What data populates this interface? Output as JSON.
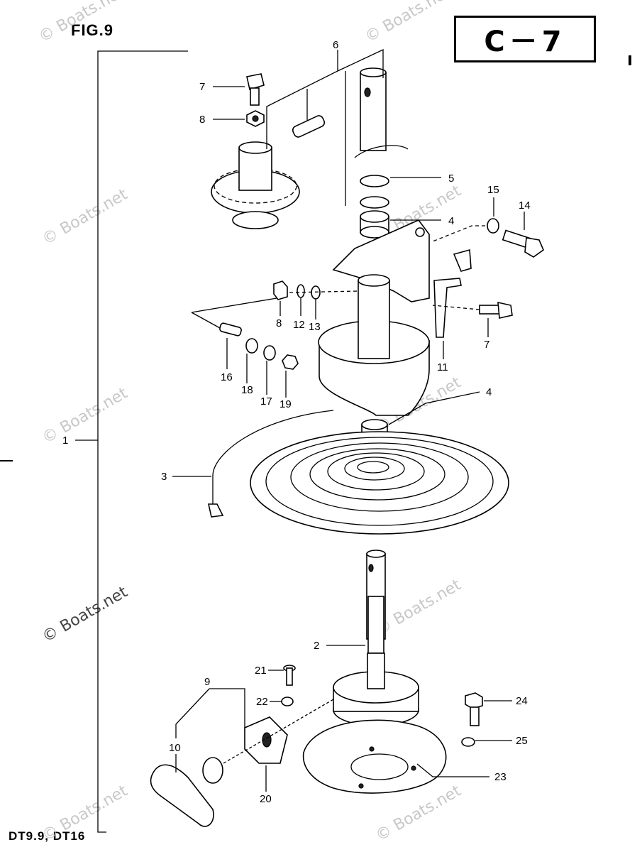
{
  "header": {
    "figure_label": "FIG.9",
    "section_code": "C－7",
    "models": "DT9.9, DT16"
  },
  "watermark": "© Boats.net",
  "callouts": {
    "c1": "1",
    "c2": "2",
    "c3": "3",
    "c4a": "4",
    "c4b": "4",
    "c5": "5",
    "c6": "6",
    "c7a": "7",
    "c7b": "7",
    "c8a": "8",
    "c8b": "8",
    "c9": "9",
    "c10": "10",
    "c11": "11",
    "c12": "12",
    "c13": "13",
    "c14": "14",
    "c15": "15",
    "c16": "16",
    "c17": "17",
    "c18": "18",
    "c19": "19",
    "c20": "20",
    "c21": "21",
    "c22": "22",
    "c23": "23",
    "c24": "24",
    "c25": "25"
  }
}
